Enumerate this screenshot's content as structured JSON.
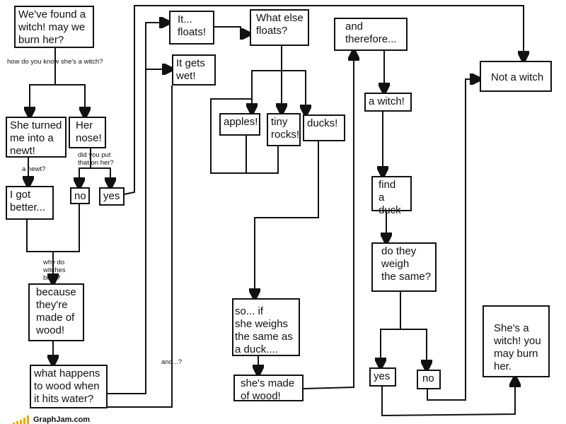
{
  "boxes": {
    "b1": "We've found a\nwitch! may we\nburn her?",
    "b2": "She turned\nme into a\nnewt!",
    "b3": "Her\nnose!",
    "b4": "I got\nbetter...",
    "b5": "no",
    "b6": "yes",
    "b7": "because\nthey're\nmade of\nwood!",
    "b8": "what happens\nto wood when\nit hits water?",
    "b9": "It...\nfloats!",
    "b10": "It gets\nwet!",
    "b11": "What else\nfloats?",
    "b12": "apples!",
    "b13": "tiny\nrocks!",
    "b14": "ducks!",
    "b15": "and\ntherefore...",
    "b16": "a witch!",
    "b17": "Not a witch",
    "b18": "find\na duck",
    "b19": "do they\nweigh\nthe same?",
    "b20": "so... if\nshe weighs\nthe same as\na duck....",
    "b21": "she's made\nof wood!",
    "b22": "yes",
    "b23": "no",
    "b24": "She's a\nwitch! you\nmay burn\nher."
  },
  "notes": {
    "n1": "how do you know she's a witch?",
    "n2": "a newt?",
    "n3": "did you put\nthat on her?",
    "n4": "why do\nwitches\nburn?",
    "n5": "and...?"
  },
  "logo": {
    "text": "GraphJam.com",
    "color": "#f6a800"
  }
}
